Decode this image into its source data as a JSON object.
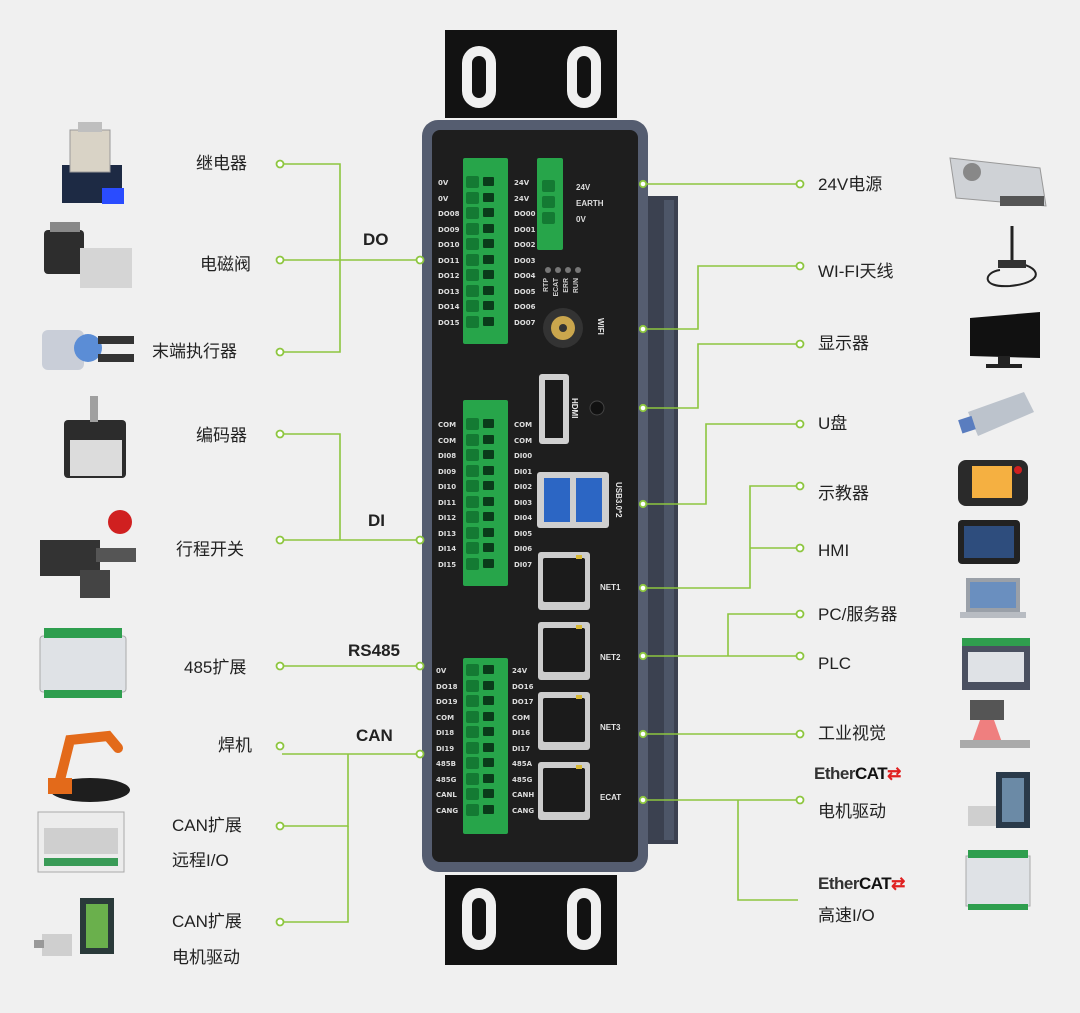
{
  "left_labels": [
    "继电器",
    "电磁阀",
    "末端执行器",
    "编码器",
    "行程开关",
    "485扩展",
    "焊机",
    "CAN扩展",
    "远程I/O",
    "CAN扩展",
    "电机驱动"
  ],
  "group_labels": [
    "DO",
    "DI",
    "RS485",
    "CAN"
  ],
  "right_labels": [
    "24V电源",
    "WI-FI天线",
    "显示器",
    "U盘",
    "示教器",
    "HMI",
    "PC/服务器",
    "PLC",
    "工业视觉",
    "电机驱动",
    "高速I/O"
  ],
  "ethercat": {
    "prefix": "Ether",
    "suffix": "CAT"
  },
  "device": {
    "do_left": [
      "0V",
      "0V",
      "DO08",
      "DO09",
      "DO10",
      "DO11",
      "DO12",
      "DO13",
      "DO14",
      "DO15"
    ],
    "do_right": [
      "24V",
      "24V",
      "DO00",
      "DO01",
      "DO02",
      "DO03",
      "DO04",
      "DO05",
      "DO06",
      "DO07"
    ],
    "power": [
      "24V",
      "EARTH",
      "0V"
    ],
    "leds": [
      "RTP",
      "ECAT",
      "ERR",
      "RUN"
    ],
    "wifi": "WIFI",
    "hdmi": "HDMI",
    "usb": "USB3.0*2",
    "di_left": [
      "COM",
      "COM",
      "DI08",
      "DI09",
      "DI10",
      "DI11",
      "DI12",
      "DI13",
      "DI14",
      "DI15"
    ],
    "di_right": [
      "COM",
      "COM",
      "DI00",
      "DI01",
      "DI02",
      "DI03",
      "DI04",
      "DI05",
      "DI06",
      "DI07"
    ],
    "io_left": [
      "0V",
      "DO18",
      "DO19",
      "COM",
      "DI18",
      "DI19",
      "485B",
      "485G",
      "CANL",
      "CANG"
    ],
    "io_right": [
      "24V",
      "DO16",
      "DO17",
      "COM",
      "DI16",
      "DI17",
      "485A",
      "485G",
      "CANH",
      "CANG"
    ],
    "ports": [
      "NET1",
      "NET2",
      "NET3",
      "ECAT"
    ]
  },
  "colors": {
    "wire": "#8dc63f",
    "terminal": "#27a54a",
    "chassis": "#1e1e1e",
    "background": "#f0f0f0"
  },
  "icons": [
    "relay-icon",
    "solenoid-valve-icon",
    "gripper-icon",
    "encoder-icon",
    "limit-switch-icon",
    "io-module-icon",
    "welding-robot-icon",
    "can-module-icon",
    "servo-motor-icon",
    "power-supply-icon",
    "antenna-icon",
    "monitor-icon",
    "usb-drive-icon",
    "teach-pendant-icon",
    "hmi-tablet-icon",
    "laptop-icon",
    "plc-icon",
    "vision-camera-icon",
    "servo-driver-icon",
    "io-module-icon"
  ]
}
